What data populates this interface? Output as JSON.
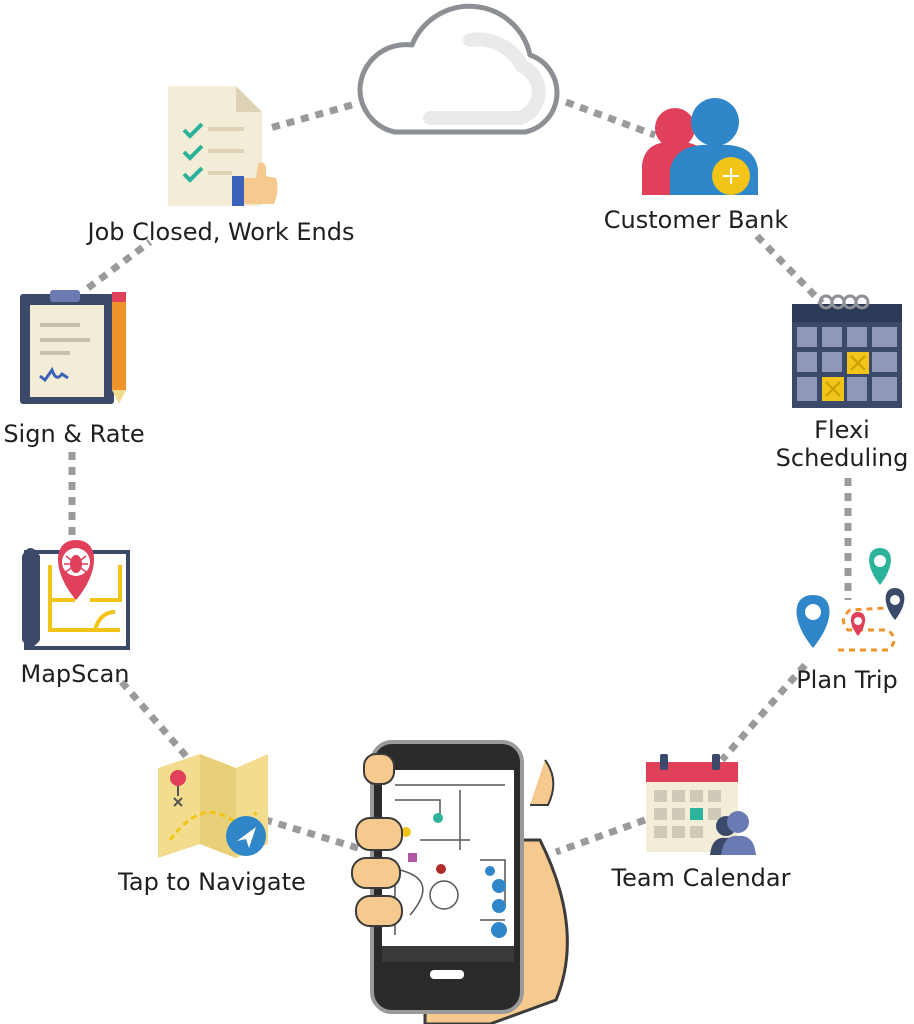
{
  "nodes": {
    "cloud": {
      "icon": "cloud-icon"
    },
    "customer_bank": {
      "label": "Customer Bank",
      "icon": "users-add-icon"
    },
    "flexi_scheduling": {
      "label_line1": "Flexi",
      "label_line2": "Scheduling",
      "icon": "calendar-icon"
    },
    "plan_trip": {
      "label": "Plan Trip",
      "icon": "route-pins-icon"
    },
    "team_calendar": {
      "label": "Team Calendar",
      "icon": "team-calendar-icon"
    },
    "phone": {
      "icon": "phone-map-icon"
    },
    "tap_to_navigate": {
      "label": "Tap to Navigate",
      "icon": "folded-map-icon"
    },
    "mapscan": {
      "label": "MapScan",
      "icon": "floorplan-pest-icon"
    },
    "sign_rate": {
      "label": "Sign & Rate",
      "icon": "clipboard-pencil-icon"
    },
    "job_closed": {
      "label": "Job Closed, Work Ends",
      "icon": "checklist-thumbs-up-icon"
    }
  },
  "colors": {
    "connector": "#9a9a9a",
    "cloud_outline": "#8c8f93",
    "red": "#e0405a",
    "blue": "#2f86c8",
    "yellow": "#f2c417",
    "teal": "#2bb39b",
    "navy": "#3b4a6b"
  }
}
